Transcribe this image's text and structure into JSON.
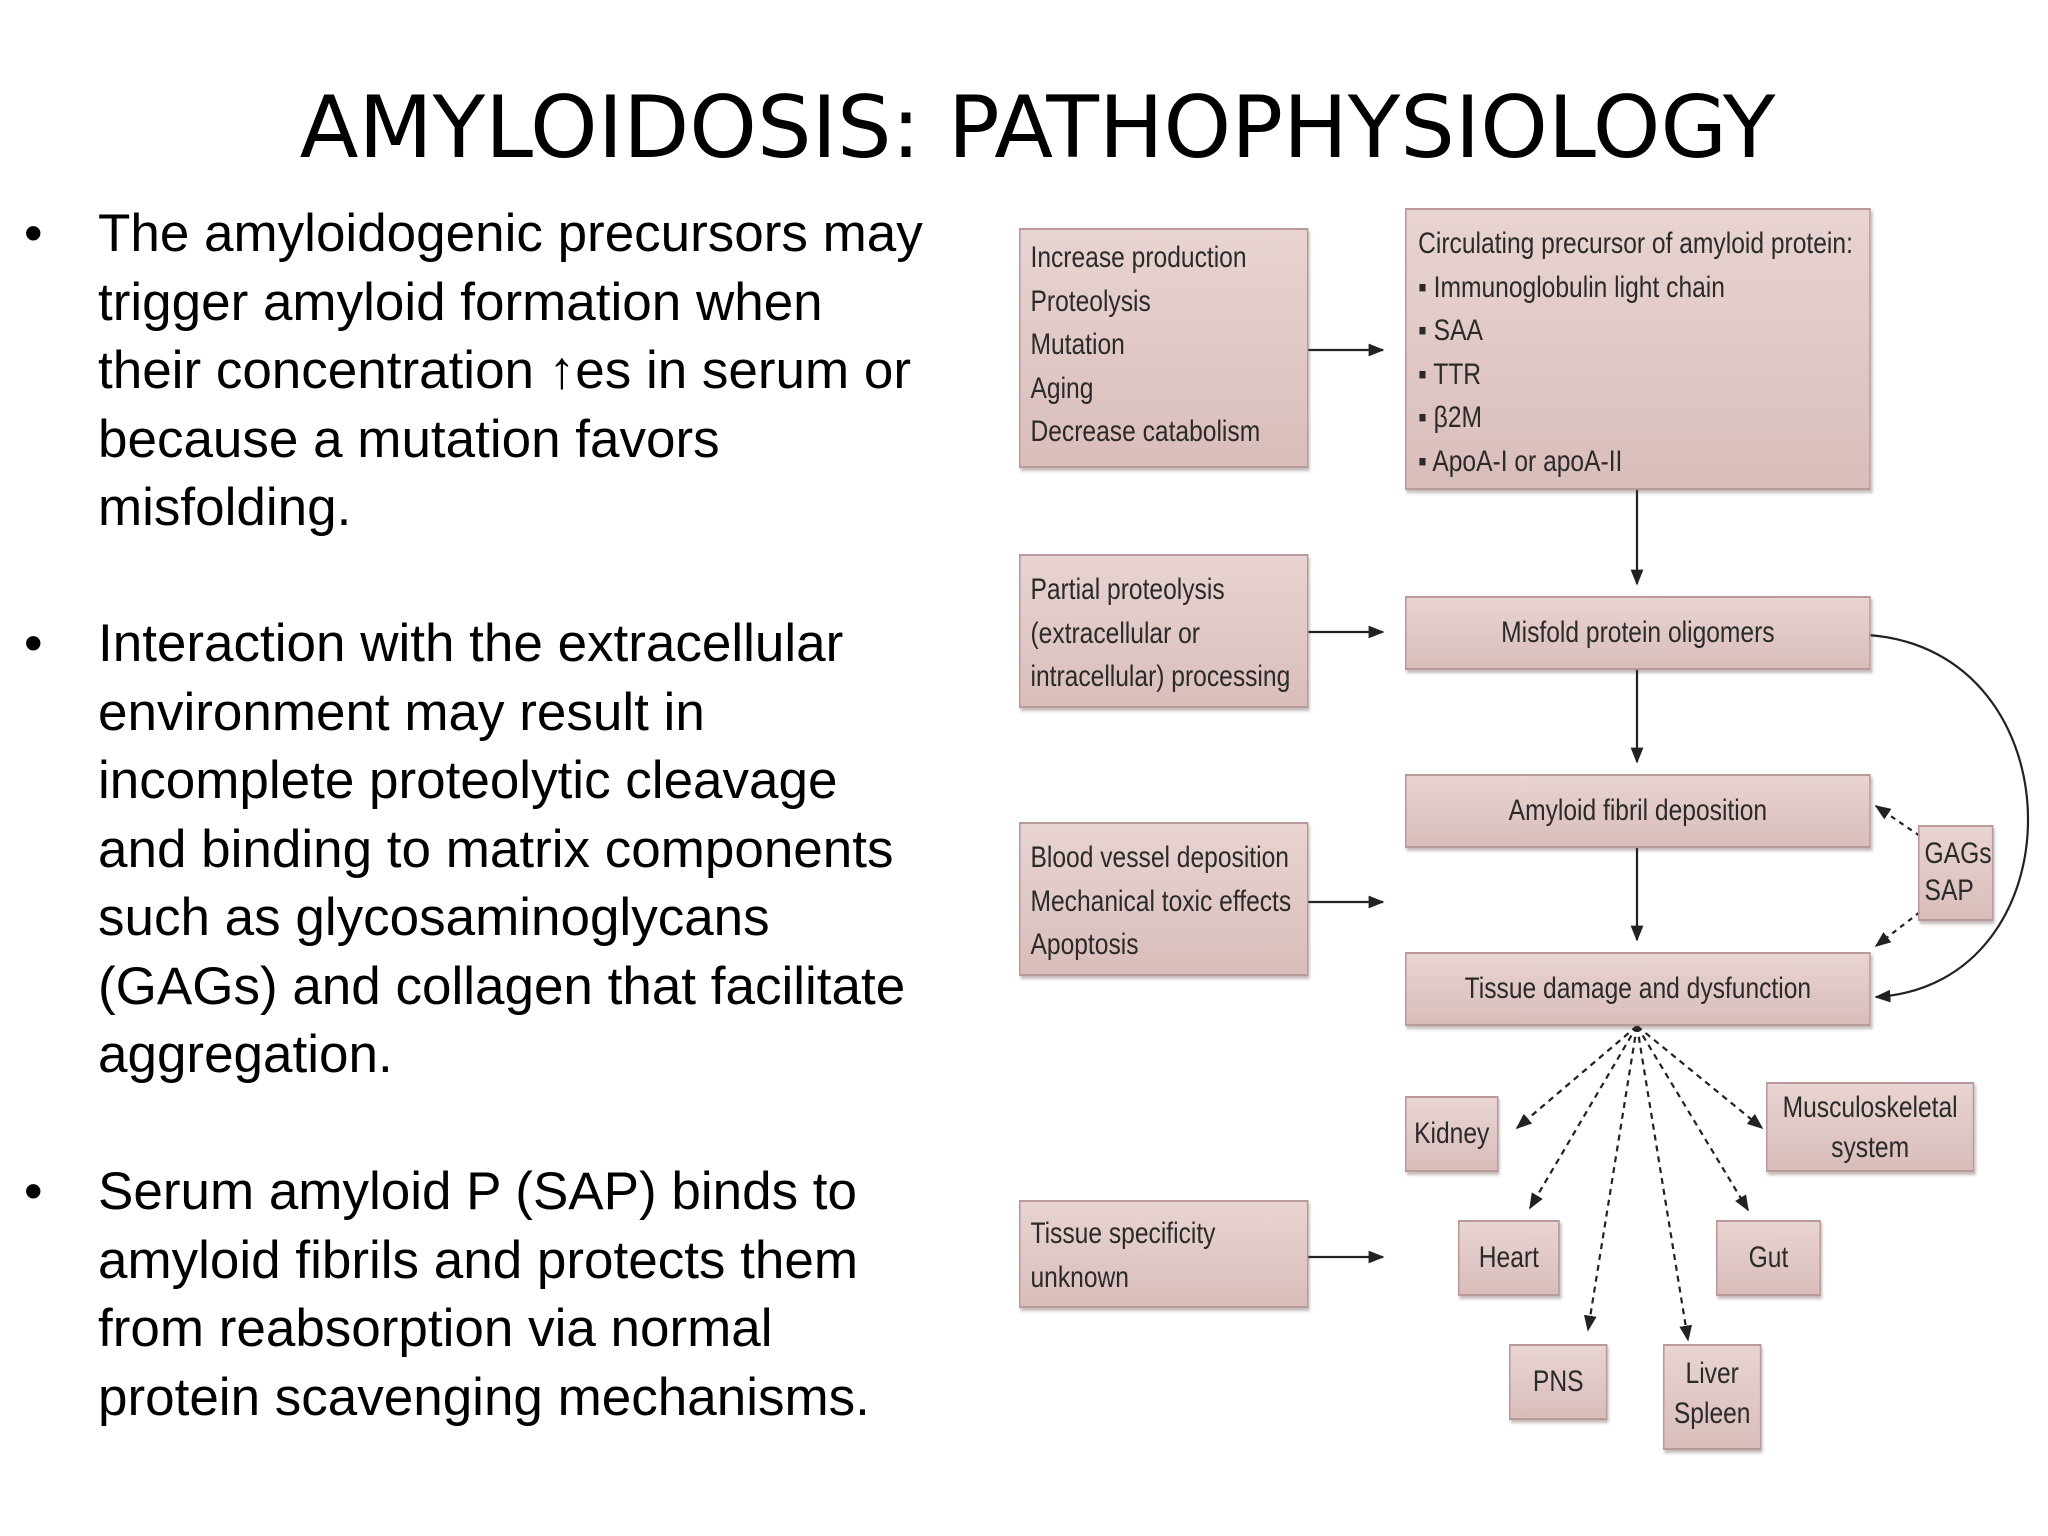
{
  "title": "AMYLOIDOSIS: PATHOPHYSIOLOGY",
  "bullets": [
    {
      "marker": "•",
      "lines": [
        "The amyloidogenic precursors may",
        "trigger amyloid formation when",
        "their concentration ↑es in serum or",
        "because a mutation favors",
        "misfolding."
      ]
    },
    {
      "marker": "•",
      "lines": [
        "Interaction with the extracellular",
        "environment may result in",
        "incomplete proteolytic cleavage",
        "and binding to matrix components",
        "such as glycosaminoglycans",
        "(GAGs) and collagen that facilitate",
        "aggregation."
      ]
    },
    {
      "marker": "•",
      "lines": [
        "Serum amyloid P (SAP) binds to",
        "amyloid fibrils and protects them",
        "from reabsorption via normal",
        "protein scavenging mechanisms."
      ]
    }
  ],
  "diagram": {
    "causes_1": [
      "Increase production",
      "Proteolysis",
      "Mutation",
      "Aging",
      "Decrease catabolism"
    ],
    "precursor": [
      "Circulating precursor of amyloid protein:",
      "▪ Immunoglobulin light chain",
      "▪ SAA",
      "▪ TTR",
      "▪ β2M",
      "▪ ApoA-I or apoA-II"
    ],
    "causes_2": [
      "Partial proteolysis",
      "(extracellular or",
      "intracellular) processing"
    ],
    "oligomers": "Misfold protein oligomers",
    "fibril": "Amyloid fibril deposition",
    "causes_3": [
      "Blood vessel deposition",
      "Mechanical toxic effects",
      "Apoptosis"
    ],
    "gags": [
      "GAGs",
      "SAP"
    ],
    "damage": "Tissue damage and dysfunction",
    "causes_4": [
      "Tissue specificity",
      "unknown"
    ],
    "organs": {
      "kidney": "Kidney",
      "musculo": [
        "Musculoskeletal",
        "system"
      ],
      "heart": "Heart",
      "gut": "Gut",
      "pns": "PNS",
      "liver": [
        "Liver",
        "Spleen"
      ]
    }
  }
}
